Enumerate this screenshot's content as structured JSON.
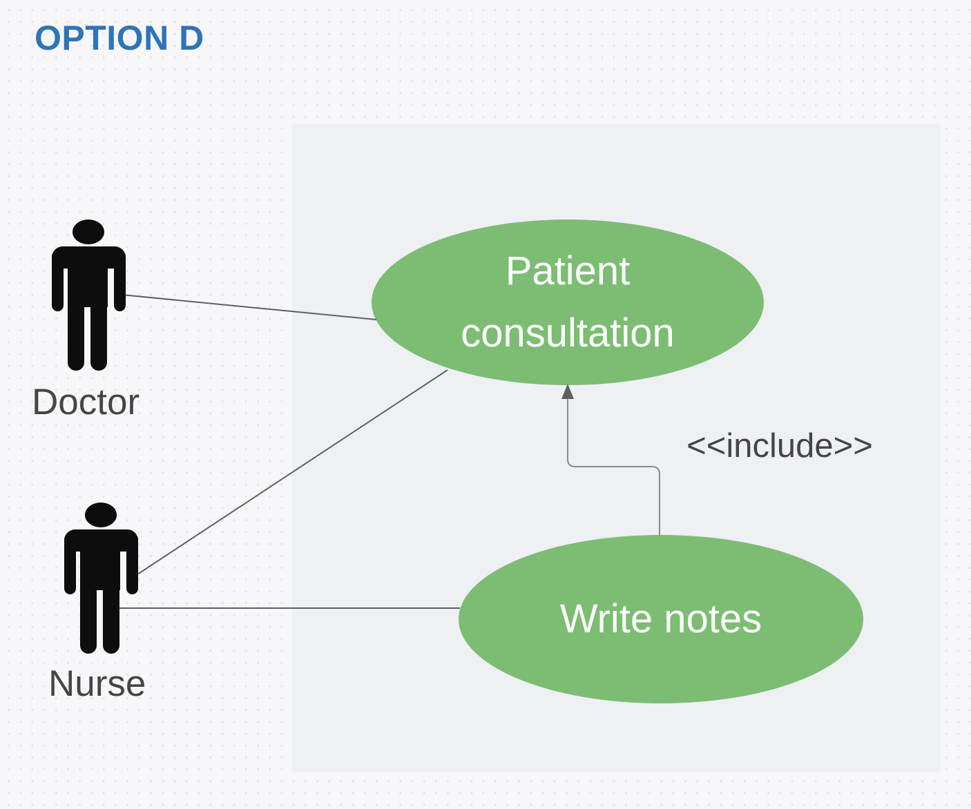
{
  "title": "OPTION D",
  "diagram_type": "UML use case diagram",
  "actors": [
    {
      "name": "Doctor"
    },
    {
      "name": "Nurse"
    }
  ],
  "use_cases": [
    {
      "name": "Patient consultation"
    },
    {
      "name": "Write notes"
    }
  ],
  "relationships": [
    {
      "from": "Doctor",
      "to": "Patient consultation",
      "type": "association"
    },
    {
      "from": "Nurse",
      "to": "Patient consultation",
      "type": "association"
    },
    {
      "from": "Nurse",
      "to": "Write notes",
      "type": "association"
    },
    {
      "from": "Write notes",
      "to": "Patient consultation",
      "type": "include",
      "label": "<<include>>"
    }
  ],
  "colors": {
    "title_blue": "#2e74b8",
    "usecase_green": "#7cbd73",
    "usecase_text": "#ffffff",
    "actor_black": "#0d0d0d",
    "label_gray": "#454545",
    "connector_gray": "#5f5f5f",
    "include_gray": "#8a8a8a",
    "boundary_fill": "#eef0f4",
    "canvas_bg": "#f7f7f9",
    "dot_color": "#e4e4ea"
  }
}
